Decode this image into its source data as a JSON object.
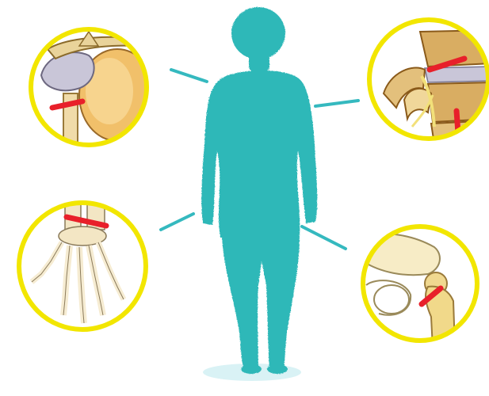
{
  "figure": {
    "silhouette_color": "#2fb8b8",
    "connector_color": "#35b9bf",
    "circle_border_color": "#f2e600",
    "marker_color": "#e8202a",
    "bone_color": "#e9d39a",
    "cartilage_color": "#c9c6d8"
  },
  "callouts": [
    {
      "name": "shoulder-joint-callout",
      "icon": "shoulder-bone-icon",
      "side": "left",
      "level": "upper"
    },
    {
      "name": "spine-vertebra-callout",
      "icon": "vertebra-bone-icon",
      "side": "right",
      "level": "upper"
    },
    {
      "name": "wrist-hand-callout",
      "icon": "hand-bone-icon",
      "side": "left",
      "level": "lower"
    },
    {
      "name": "hip-femur-callout",
      "icon": "hip-bone-icon",
      "side": "right",
      "level": "lower"
    }
  ]
}
